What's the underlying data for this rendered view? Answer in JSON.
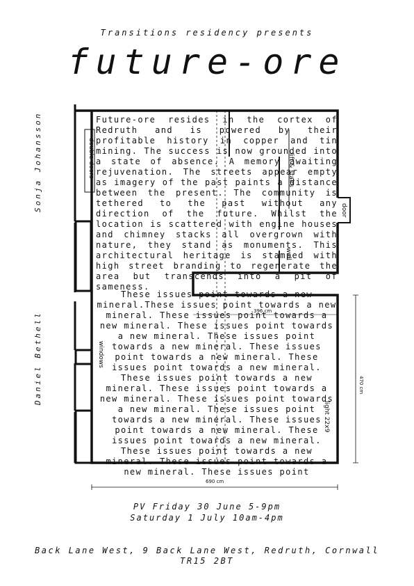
{
  "header": {
    "presents": "Transitions residency presents",
    "title": "future-ore"
  },
  "artists": [
    "Sonja Johansson",
    "Daniel Bethell"
  ],
  "plan": {
    "text_top": "Future-ore resides in the cortex of Redruth and is powered by their profitable history in copper and tin mining. The success is now grounded into a state of absence. A memory awaiting rejuvenation. The streets appear empty as imagery of the past paints a distance between the present. The community is tethered to the past without any direction of the future. Whilst the location is scattered with engine houses and chimney stacks all overgrown with nature, they stand as monuments. This architectural heritage is stamped with high street branding to regenerate the area but transcends into a pit of sameness.",
    "text_bottom": "These issues point towards a new mineral.These issues point towards a new mineral. These issues point towards a new mineral. These issues point towards a new mineral. These issues point towards a new mineral. These issues point towards a new mineral. These issues point towards a new mineral. These issues point towards a new mineral. These issues point towards a new mineral. These issues point towards a new mineral. These issues point towards a new mineral. These issues point towards a new mineral. These issues point towards a new mineral. These issues point towards a new mineral. These issues point towards a new mineral. These issues point",
    "labels": {
      "double_doors": "double doors",
      "door": "door",
      "windows": "windows",
      "wall": "wall",
      "lift": "lift & stairs",
      "light": "light 22x9"
    },
    "dimensions": {
      "inner_width": "396 cm",
      "height": "470 cm",
      "width": "690 cm"
    }
  },
  "event": {
    "dates_line1": "PV Friday 30 June 5-9pm",
    "dates_line2": "Saturday 1 July 10am-4pm",
    "address_line1": "Back Lane West, 9 Back Lane West, Redruth, Cornwall",
    "address_line2": "TR15 2BT"
  }
}
